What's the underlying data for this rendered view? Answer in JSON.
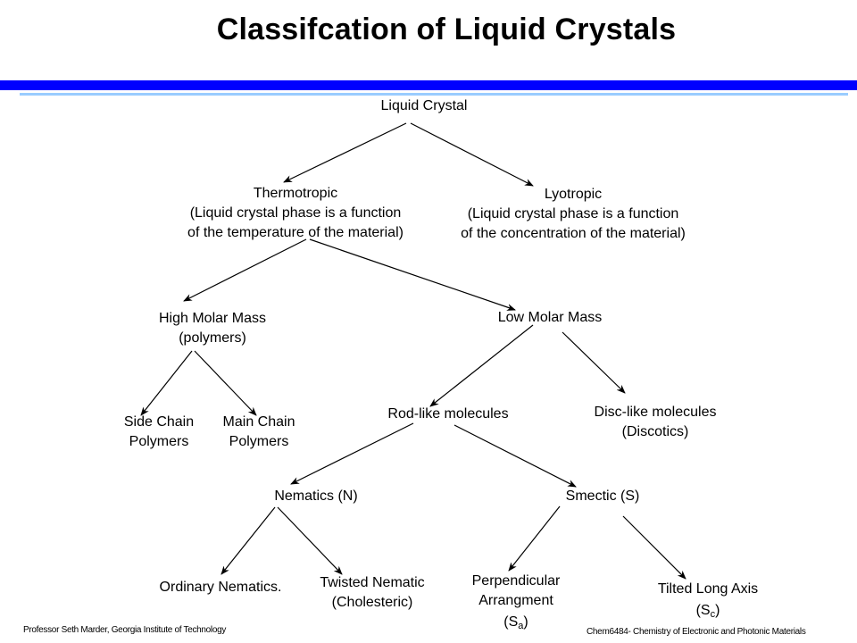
{
  "slide": {
    "title": "Classifcation of Liquid Crystals",
    "colors": {
      "header_bar": "#0000ff",
      "header_line": "#99ccff",
      "text": "#000000"
    }
  },
  "nodes": {
    "liquid_crystal": {
      "lines": [
        "Liquid Crystal"
      ]
    },
    "thermotropic": {
      "lines": [
        "Thermotropic",
        "(Liquid crystal phase is a function",
        "of the temperature of the material)"
      ]
    },
    "lyotropic": {
      "lines": [
        "Lyotropic",
        "(Liquid crystal phase is a function",
        "of the concentration of the material)"
      ]
    },
    "high_molar_mass": {
      "lines": [
        "High Molar Mass",
        "(polymers)"
      ]
    },
    "low_molar_mass": {
      "lines": [
        "Low Molar Mass"
      ]
    },
    "side_chain": {
      "lines": [
        "Side Chain",
        "Polymers"
      ]
    },
    "main_chain": {
      "lines": [
        "Main Chain",
        "Polymers"
      ]
    },
    "rod_like": {
      "lines": [
        "Rod-like molecules"
      ]
    },
    "disc_like": {
      "lines": [
        "Disc-like molecules",
        "(Discotics)"
      ]
    },
    "nematics": {
      "lines": [
        "Nematics (N)"
      ]
    },
    "smectic": {
      "lines": [
        "Smectic (S)"
      ]
    },
    "ordinary_nematics": {
      "lines": [
        "Ordinary Nematics."
      ]
    },
    "twisted_nematic": {
      "lines": [
        "Twisted Nematic",
        "(Cholesteric)"
      ]
    },
    "perpendicular": {
      "lines": [
        "Perpendicular",
        "Arrangment"
      ],
      "symbol": "S",
      "subscript": "a"
    },
    "tilted": {
      "lines": [
        "Tilted Long Axis"
      ],
      "symbol": "S",
      "subscript": "c"
    }
  },
  "edges": [
    [
      "liquid_crystal",
      "thermotropic"
    ],
    [
      "liquid_crystal",
      "lyotropic"
    ],
    [
      "thermotropic",
      "high_molar_mass"
    ],
    [
      "thermotropic",
      "low_molar_mass"
    ],
    [
      "high_molar_mass",
      "side_chain"
    ],
    [
      "high_molar_mass",
      "main_chain"
    ],
    [
      "low_molar_mass",
      "rod_like"
    ],
    [
      "low_molar_mass",
      "disc_like"
    ],
    [
      "rod_like",
      "nematics"
    ],
    [
      "rod_like",
      "smectic"
    ],
    [
      "nematics",
      "ordinary_nematics"
    ],
    [
      "nematics",
      "twisted_nematic"
    ],
    [
      "smectic",
      "perpendicular"
    ],
    [
      "smectic",
      "tilted"
    ]
  ],
  "footer": {
    "left": "Professor Seth Marder, Georgia Institute of Technology",
    "right": "Chem6484- Chemistry of Electronic and Photonic Materials"
  }
}
